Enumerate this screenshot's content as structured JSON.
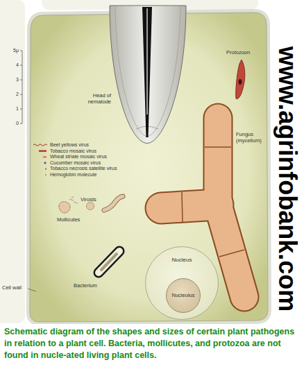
{
  "diagram": {
    "caption": "Schematic diagram of the shapes and sizes of certain plant pathogens in relation to a plant cell. Bacteria, mollicutes, and protozoa are not found in nucle-ated living plant cells.",
    "nodes": [
      {
        "text": [
          "Nucleus"
        ]
      },
      {
        "text": [
          "Nucleolus"
        ],
        "in": 0
      }
    ],
    "labels": [
      "5μ",
      "4",
      "3",
      "2",
      "1",
      "0",
      "Protozoon",
      "Head of nematode",
      "Viroids",
      "Mollicutes",
      "Bacterium",
      "Fungus (mycelium)",
      "Cell wall",
      "www.agrinfobank.com"
    ],
    "legend": [
      {
        "text": "Beet yellows virus"
      },
      {
        "text": "Tobacco mosaic virus"
      },
      {
        "text": "Wheat striate mosaic virus"
      },
      {
        "text": "Cucumber mosaic virus"
      },
      {
        "text": "Tobacco necrosis satellite virus"
      },
      {
        "text": "Hemoglobin molecule"
      }
    ]
  }
}
